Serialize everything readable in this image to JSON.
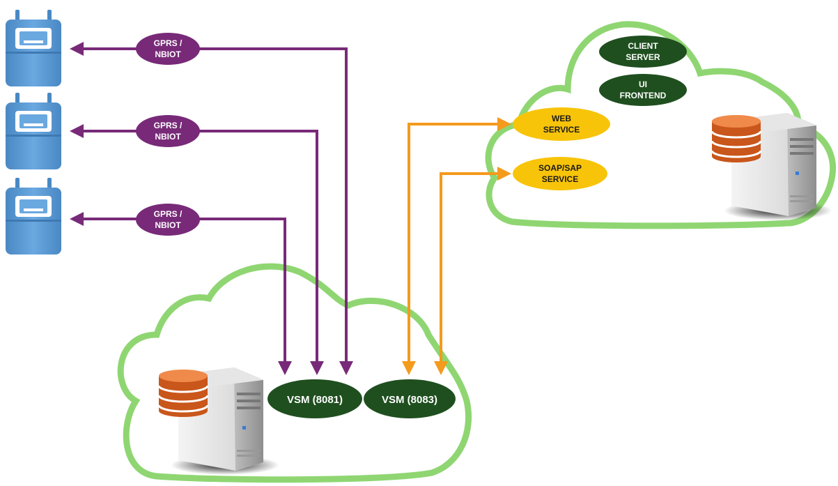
{
  "protocol_labels": [
    {
      "line1": "GPRS /",
      "line2": "NBIOT"
    },
    {
      "line1": "GPRS /",
      "line2": "NBIOT"
    },
    {
      "line1": "GPRS /",
      "line2": "NBIOT"
    }
  ],
  "local_cloud": {
    "vsm_a": "VSM (8081)",
    "vsm_b": "VSM (8083)"
  },
  "remote_cloud": {
    "client_server": {
      "line1": "CLIENT",
      "line2": "SERVER"
    },
    "ui_frontend": {
      "line1": "UI",
      "line2": "FRONTEND"
    },
    "web_service": {
      "line1": "WEB",
      "line2": "SERVICE"
    },
    "soap_service": {
      "line1": "SOAP/SAP",
      "line2": "SERVICE"
    }
  },
  "colors": {
    "cloud_outline": "#8fd672",
    "link_purple": "#782a78",
    "link_orange": "#f49a1c",
    "node_dark_green": "#1f4f1f",
    "node_yellow": "#f8c40a",
    "meter_blue": "#5b9bd5",
    "db_orange": "#d7621a"
  },
  "icons": [
    "gas-meter-icon",
    "server-database-icon"
  ]
}
